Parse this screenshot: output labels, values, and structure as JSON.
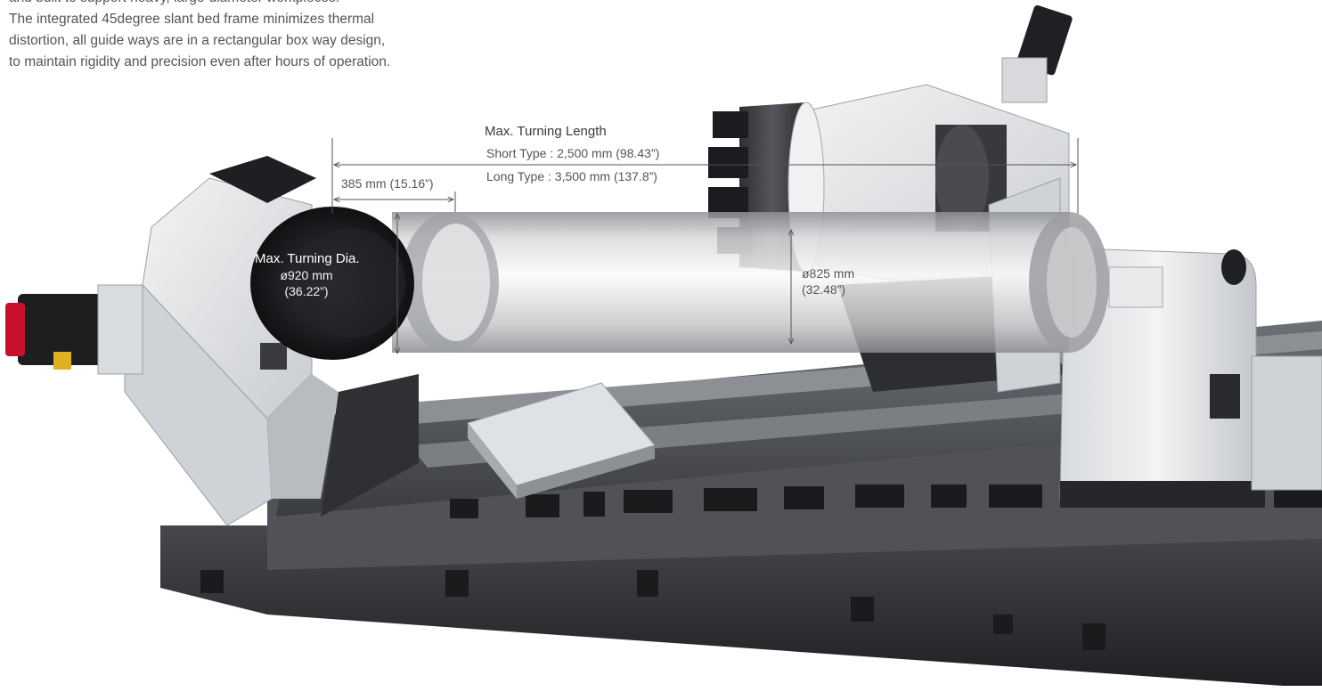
{
  "intro": {
    "line1": "and built to support heavy, large-diameter workpieces.",
    "line2": "The integrated 45degree slant bed frame minimizes thermal",
    "line3": "distortion, all guide ways are in a rectangular box way design,",
    "line4": "to maintain rigidity and precision even after hours of operation."
  },
  "turning_length": {
    "title": "Max. Turning Length",
    "short": "Short Type : 2,500 mm (98.43”)",
    "long": "Long Type : 3,500 mm (137.8”)"
  },
  "chuck_offset": {
    "label": "385 mm (15.16”)"
  },
  "turning_dia": {
    "title": "Max. Turning Dia.",
    "mm": "ø920 mm",
    "inch": "(36.22”)"
  },
  "swing_dia": {
    "mm": "ø825 mm",
    "inch": "(32.48”)"
  },
  "colors": {
    "machine_dark": "#2e2f33",
    "machine_light": "#e9ecee",
    "accent_red": "#c8102e"
  }
}
